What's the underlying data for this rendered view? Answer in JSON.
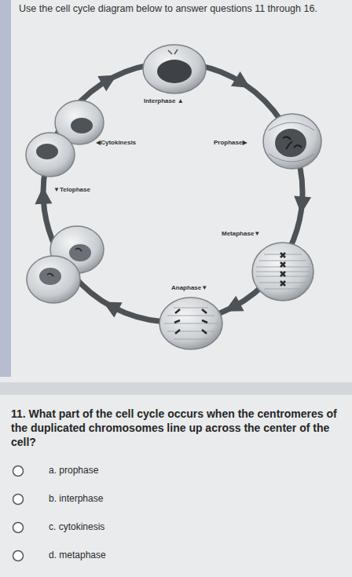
{
  "diagram": {
    "title": "Use the cell cycle diagram below to answer questions 11 through 16.",
    "labels": [
      "Interphase ▲",
      "◀Cytokinesis",
      "Prophase▶",
      "▼Telophase",
      "Metaphase▼",
      "Anaphase▼",
      "11. What part of the cell cycle occurs when the centromeres of the duplicated chromosomes line up across the center of the cell?",
      "a. prophase",
      "b. interphase",
      "c. cytokinesis",
      "d. metaphase"
    ]
  }
}
